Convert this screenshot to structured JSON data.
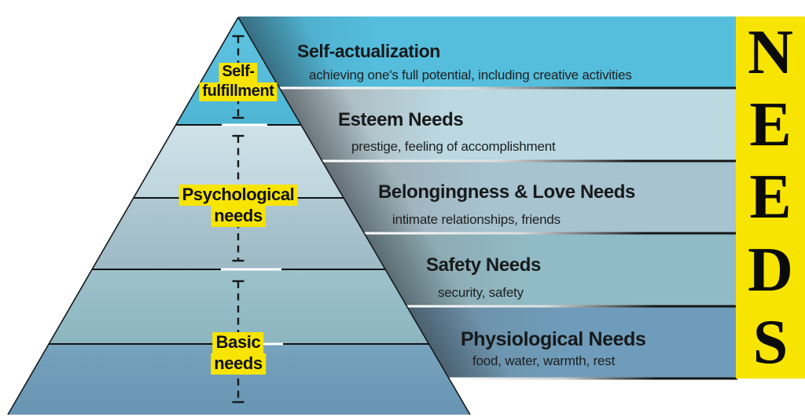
{
  "banner": {
    "word": "NEEDS",
    "letters": [
      "N",
      "E",
      "E",
      "D",
      "S"
    ],
    "bg_color": "#f7e400",
    "text_color": "#0b0b0c"
  },
  "pyramid": {
    "levels": [
      {
        "title": "Self-actualization",
        "subtitle": "achieving one's full potential, including creative activities",
        "band_color": "#55bedd"
      },
      {
        "title": "Esteem Needs",
        "subtitle": "prestige, feeling of accomplishment",
        "band_color": "#bcd9e2"
      },
      {
        "title": "Belongingness & Love Needs",
        "subtitle": "intimate relationships, friends",
        "band_color": "#a6c3cf"
      },
      {
        "title": "Safety Needs",
        "subtitle": "security, safety",
        "band_color": "#90bac5"
      },
      {
        "title": "Physiological Needs",
        "subtitle": "food, water, warmth, rest",
        "band_color": "#6f9cba"
      }
    ],
    "group_labels": [
      {
        "lines": [
          "Self-",
          "fulfillment"
        ],
        "bg_color": "#f7e400"
      },
      {
        "lines": [
          "Psychological",
          "needs"
        ],
        "bg_color": "#f7e400"
      },
      {
        "lines": [
          "Basic",
          "needs"
        ],
        "bg_color": "#f7e400"
      }
    ],
    "level_colors_top_to_bottom": [
      "#58bedb",
      "#c6dce3",
      "#a6c0cb",
      "#95bcc6",
      "#6f9cba"
    ]
  }
}
